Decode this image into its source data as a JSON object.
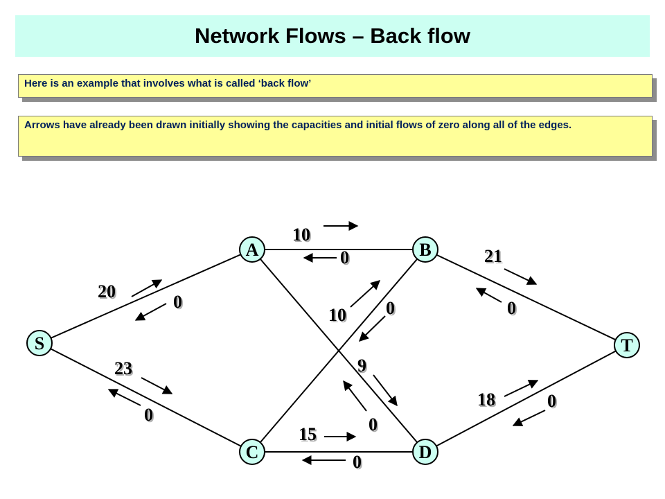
{
  "title": "Network Flows – Back flow",
  "notes": [
    {
      "text": "Here is an example that involves what is called ‘back flow’"
    },
    {
      "text": "Arrows have already been drawn initially showing the capacities and initial flows of zero along all of the edges."
    }
  ],
  "graph": {
    "nodes": {
      "S": "S",
      "A": "A",
      "B": "B",
      "C": "C",
      "D": "D",
      "T": "T"
    },
    "edges": [
      {
        "from": "S",
        "to": "A",
        "capacity": "20",
        "flow": "0"
      },
      {
        "from": "S",
        "to": "C",
        "capacity": "23",
        "flow": "0"
      },
      {
        "from": "A",
        "to": "B",
        "capacity": "10",
        "flow": "0"
      },
      {
        "from": "A",
        "to": "D",
        "capacity": "9",
        "flow": "0"
      },
      {
        "from": "C",
        "to": "B",
        "capacity": "10",
        "flow": "0"
      },
      {
        "from": "C",
        "to": "D",
        "capacity": "15",
        "flow": "0"
      },
      {
        "from": "B",
        "to": "T",
        "capacity": "21",
        "flow": "0"
      },
      {
        "from": "D",
        "to": "T",
        "capacity": "18",
        "flow": "0"
      }
    ]
  }
}
